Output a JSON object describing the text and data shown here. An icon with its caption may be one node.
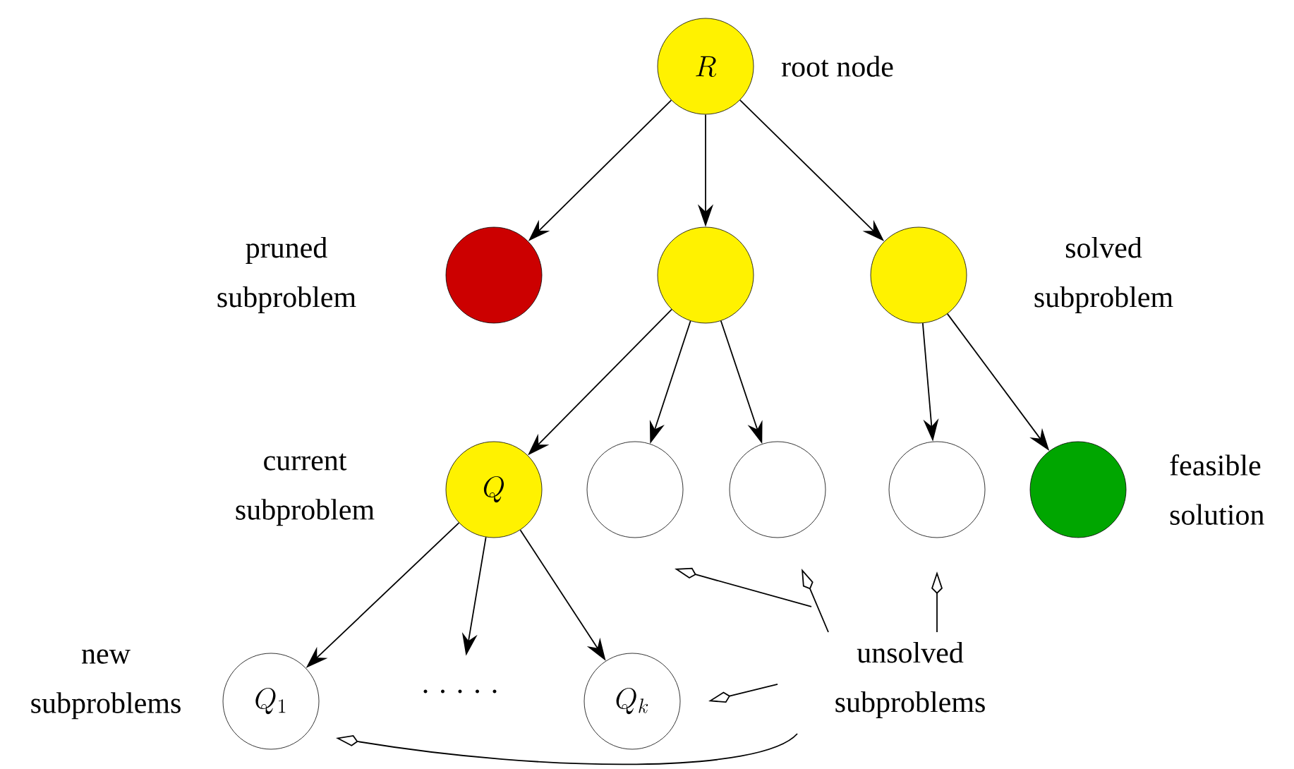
{
  "diagram": {
    "nodes": [
      {
        "text": [
          "R"
        ],
        "beside": [
          "root node"
        ]
      },
      {
        "text": [],
        "shape": "circle",
        "beside": [
          "pruned subproblem"
        ]
      },
      {
        "text": [],
        "shape": "circle"
      },
      {
        "text": [],
        "shape": "circle",
        "beside": [
          "solved subproblem"
        ]
      },
      {
        "text": [
          "Q"
        ],
        "beside": [
          "current subproblem"
        ]
      },
      {
        "text": [],
        "shape": "circle"
      },
      {
        "text": [],
        "shape": "circle"
      },
      {
        "text": [],
        "shape": "circle"
      },
      {
        "text": [],
        "shape": "circle",
        "beside": [
          "feasible solution"
        ]
      },
      {
        "text": [
          "Q_1"
        ],
        "beside": [
          "new subproblems"
        ]
      },
      {
        "text": [
          ". . . . ."
        ]
      },
      {
        "text": [
          "Q_k"
        ]
      },
      {
        "text": [
          "unsolved subproblems"
        ]
      }
    ],
    "edges": [
      {
        "from": 0,
        "to": 1,
        "arrow": "to"
      },
      {
        "from": 0,
        "to": 2,
        "arrow": "to"
      },
      {
        "from": 0,
        "to": 3,
        "arrow": "to"
      },
      {
        "from": 2,
        "to": 4,
        "arrow": "to"
      },
      {
        "from": 2,
        "to": 5,
        "arrow": "to"
      },
      {
        "from": 2,
        "to": 6,
        "arrow": "to"
      },
      {
        "from": 3,
        "to": 7,
        "arrow": "to"
      },
      {
        "from": 3,
        "to": 8,
        "arrow": "to"
      },
      {
        "from": 4,
        "to": 9,
        "arrow": "to"
      },
      {
        "from": 4,
        "to": 10,
        "arrow": "to"
      },
      {
        "from": 4,
        "to": 11,
        "arrow": "to"
      },
      {
        "from": 12,
        "to": 5,
        "arrow": "to"
      },
      {
        "from": 12,
        "to": 6,
        "arrow": "to"
      },
      {
        "from": 12,
        "to": 7,
        "arrow": "to"
      },
      {
        "from": 12,
        "to": 11,
        "arrow": "to"
      },
      {
        "from": 12,
        "to": 9,
        "arrow": "to"
      }
    ]
  }
}
